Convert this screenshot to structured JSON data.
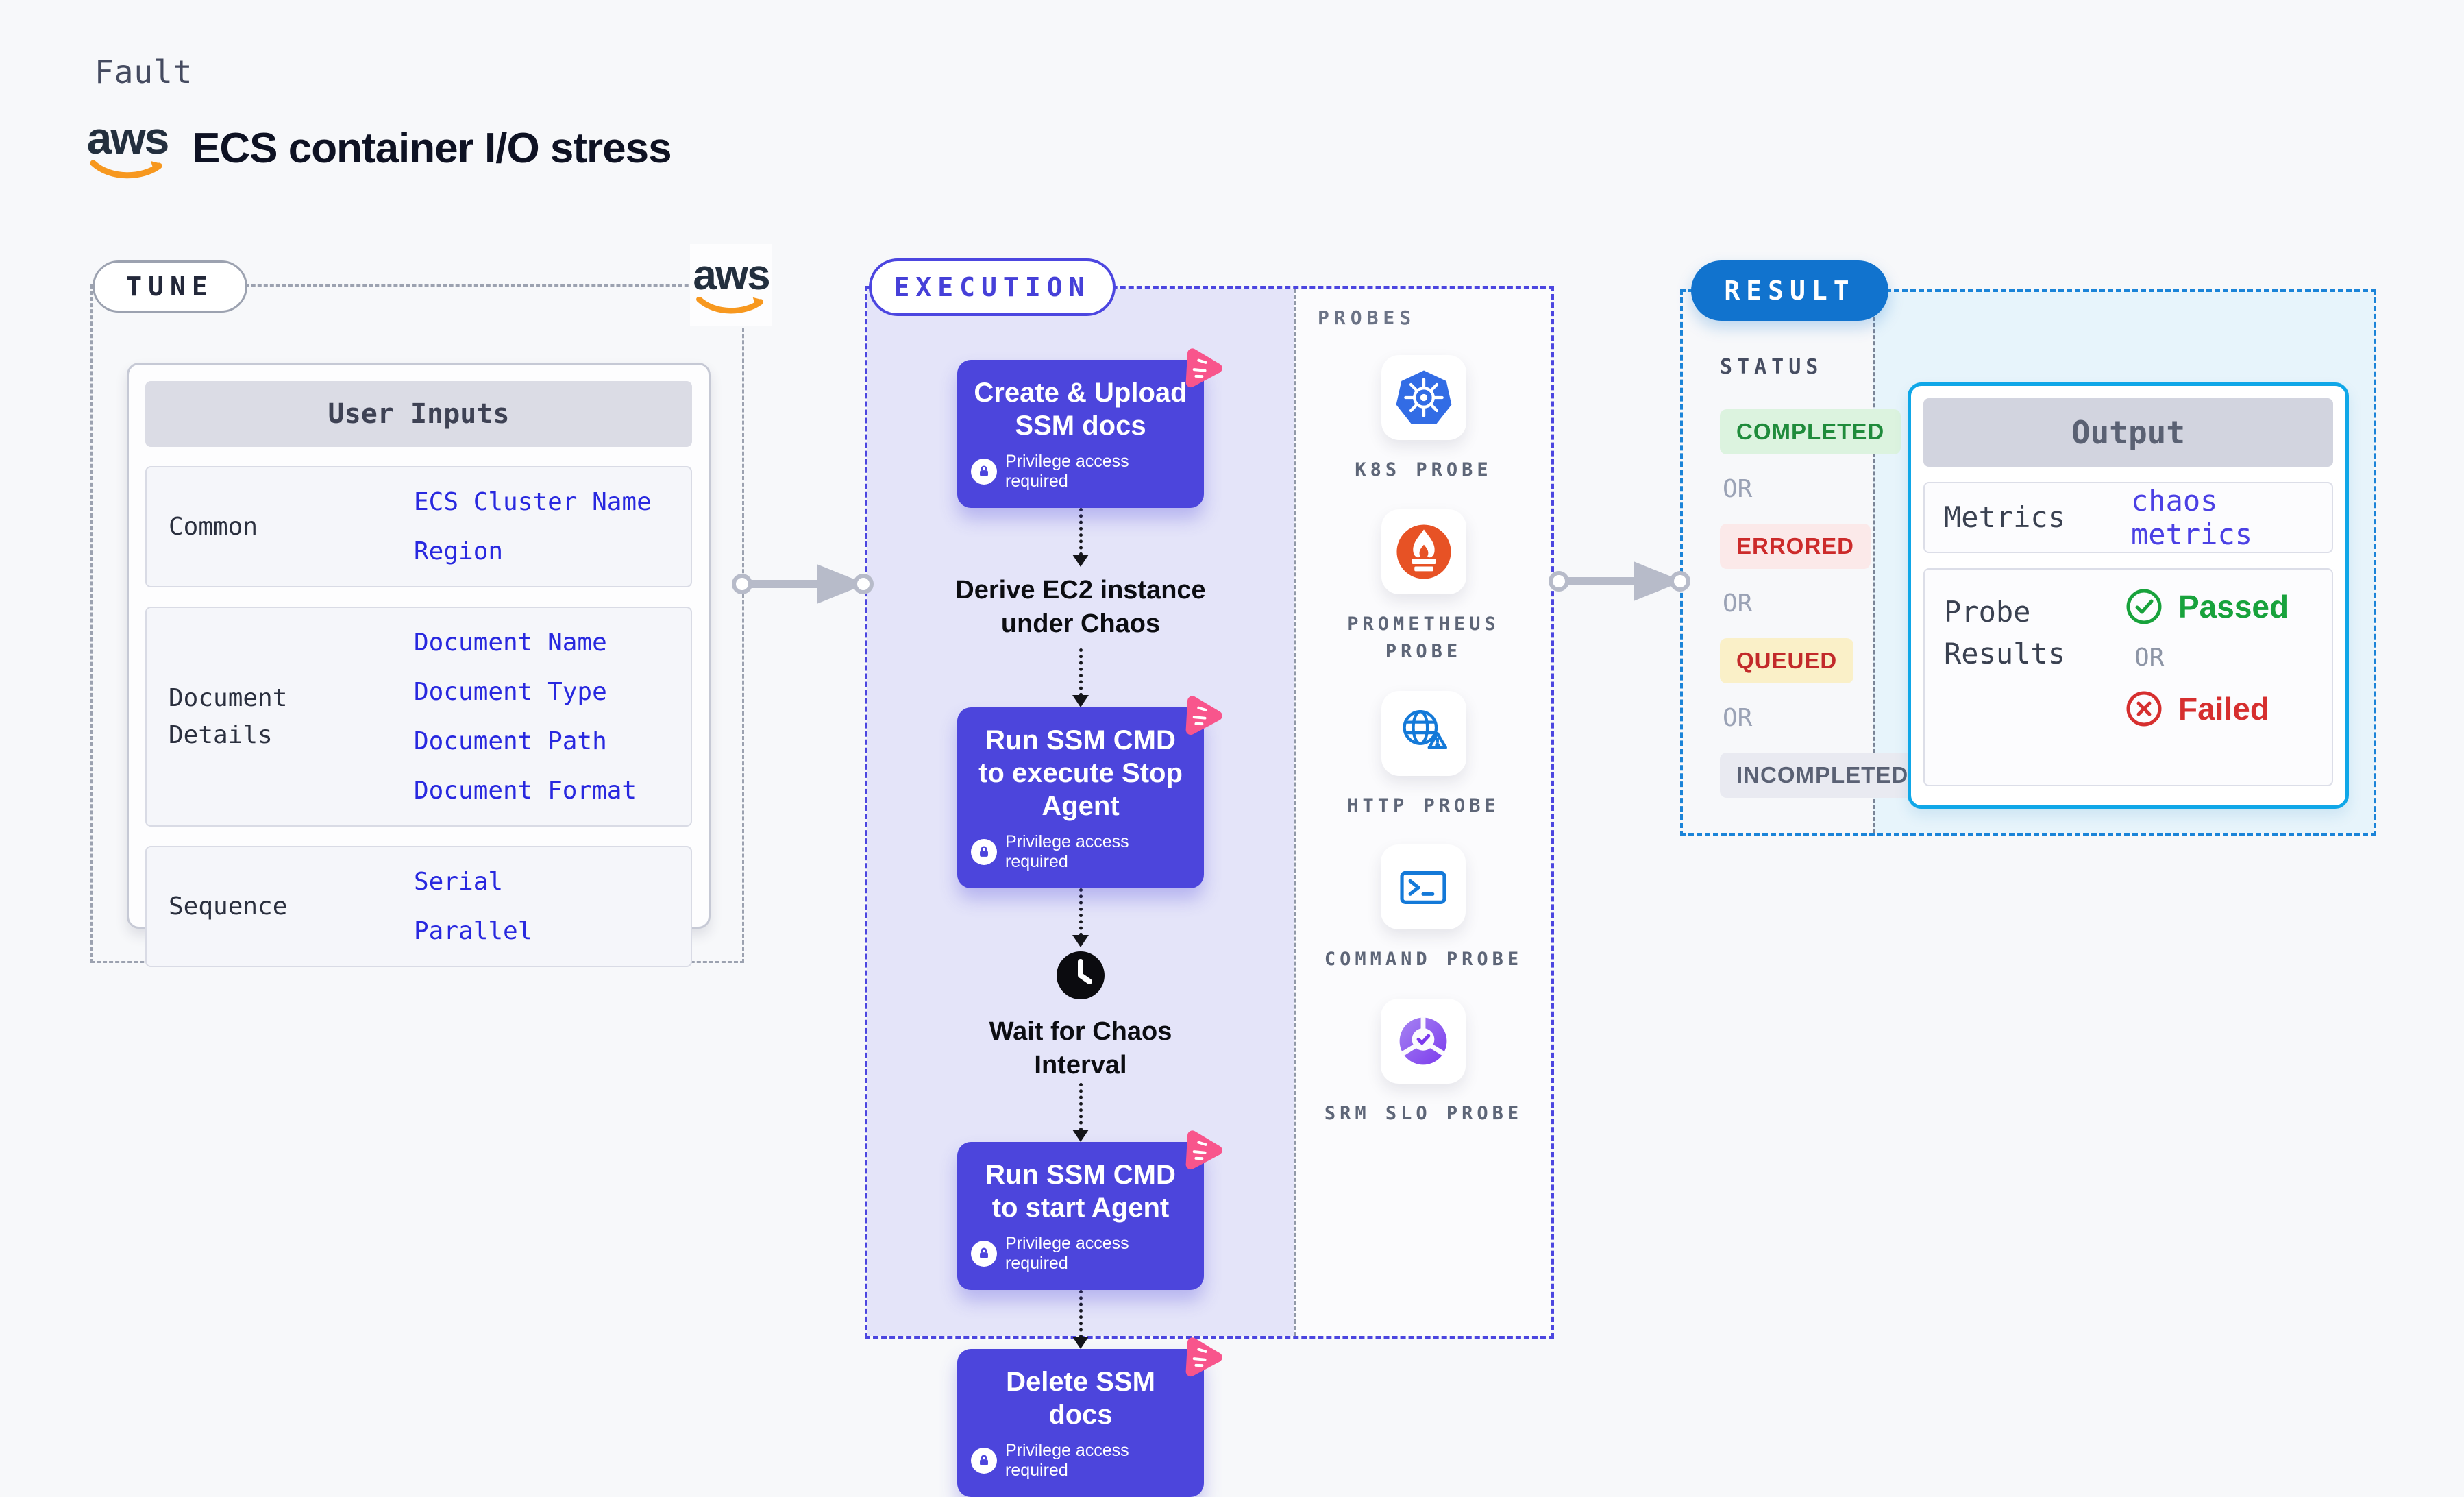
{
  "header": {
    "eyebrow": "Fault",
    "title": "ECS container I/O stress",
    "aws_text": "aws"
  },
  "tune": {
    "pill": "TUNE",
    "aws_text": "aws",
    "user_inputs": {
      "header": "User Inputs",
      "rows": [
        {
          "label": "Common",
          "values": [
            "ECS Cluster Name",
            "Region"
          ]
        },
        {
          "label": "Document Details",
          "values": [
            "Document Name",
            "Document Type",
            "Document Path",
            "Document Format"
          ]
        },
        {
          "label": "Sequence",
          "values": [
            "Serial",
            "Parallel"
          ]
        }
      ]
    }
  },
  "execution": {
    "pill": "EXECUTION",
    "flow": [
      {
        "type": "box",
        "title": "Create & Upload SSM docs",
        "badge": "Privilege access required"
      },
      {
        "type": "label",
        "title": "Derive EC2 instance under Chaos"
      },
      {
        "type": "box",
        "title": "Run SSM CMD to execute Stop Agent",
        "badge": "Privilege access required"
      },
      {
        "type": "wait",
        "title": "Wait for Chaos Interval"
      },
      {
        "type": "box",
        "title": "Run SSM CMD to start Agent",
        "badge": "Privilege access required"
      },
      {
        "type": "box",
        "title": "Delete SSM docs",
        "badge": "Privilege access required"
      }
    ],
    "probes": {
      "heading": "PROBES",
      "items": [
        {
          "icon": "kubernetes-icon",
          "label": "K8S PROBE"
        },
        {
          "icon": "prometheus-icon",
          "label": "PROMETHEUS PROBE"
        },
        {
          "icon": "http-globe-icon",
          "label": "HTTP PROBE"
        },
        {
          "icon": "command-terminal-icon",
          "label": "COMMAND PROBE"
        },
        {
          "icon": "srm-slo-icon",
          "label": "SRM SLO PROBE"
        }
      ]
    }
  },
  "result": {
    "pill": "RESULT",
    "status": {
      "heading": "STATUS",
      "separator": "OR",
      "items": [
        {
          "label": "COMPLETED",
          "bg": "#DCF3DF",
          "color": "#1F8B3B"
        },
        {
          "label": "ERRORED",
          "bg": "#FBE9E9",
          "color": "#CC2B2B"
        },
        {
          "label": "QUEUED",
          "bg": "#FAF0C8",
          "color": "#C22A2A"
        },
        {
          "label": "INCOMPLETED",
          "bg": "#E9EAF1",
          "color": "#5A6174"
        }
      ]
    },
    "output": {
      "header": "Output",
      "metrics_label": "Metrics",
      "metrics_value": "chaos metrics",
      "probe_results_label": "Probe Results",
      "passed": "Passed",
      "or": "OR",
      "failed": "Failed"
    }
  },
  "colors": {
    "accent_indigo": "#4C45DC",
    "accent_blue": "#1173CE",
    "accent_cyan": "#0FA7E8",
    "chaos_pink": "#F8558C",
    "aws_orange": "#F7981F",
    "value_blue": "#2828DF",
    "passed_green": "#18A23C",
    "failed_red": "#D62F2F"
  }
}
